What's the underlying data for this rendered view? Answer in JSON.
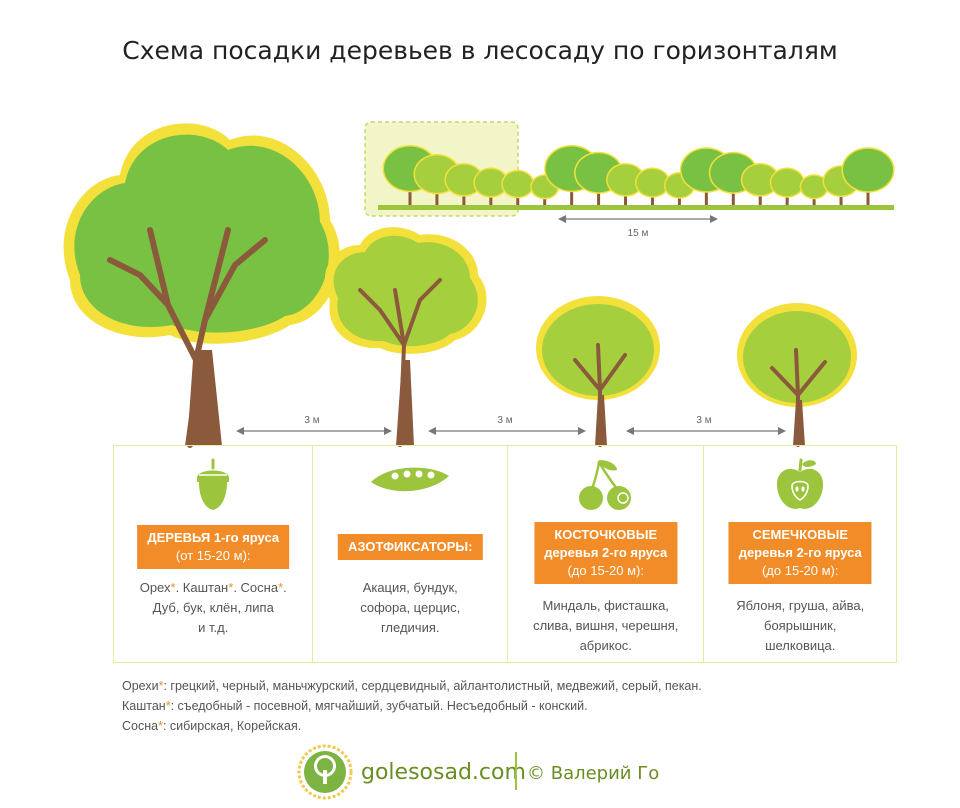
{
  "title": "Схема посадки деревьев в лесосаду по горизонталям",
  "contour_distance": "15 м",
  "distances": [
    "3 м",
    "3 м",
    "3 м"
  ],
  "colors": {
    "accent_orange": "#f28c28",
    "canopy_big": "#79c143",
    "canopy_light": "#a6cf3e",
    "rim_yellow": "#f3e03b",
    "trunk_brown": "#8b5a3c",
    "border_light": "#e8ec9a",
    "brand_green": "#6b8e23"
  },
  "categories": [
    {
      "icon": "acorn-icon",
      "label_main": "ДЕРЕВЬЯ 1-го яруса",
      "label_sub": "(от 15-20 м):",
      "examples": [
        "Орех",
        "*",
        ". Каштан",
        "*",
        ". Сосна",
        "*",
        ".",
        "Дуб, бук, клён, липа",
        "и т.д."
      ]
    },
    {
      "icon": "pea-pod-icon",
      "label_main": "АЗОТФИКСАТОРЫ:",
      "examples": [
        "Акация, бундук,",
        "софора, церцис,",
        "гледичия."
      ]
    },
    {
      "icon": "cherry-icon",
      "label_main1": "КОСТОЧКОВЫЕ",
      "label_main2": "деревья 2-го яруса",
      "label_sub": "(до 15-20 м):",
      "examples": [
        "Миндаль, фисташка,",
        "слива, вишня, черешня,",
        "абрикос."
      ]
    },
    {
      "icon": "apple-icon",
      "label_main1": "СЕМЕЧКОВЫЕ",
      "label_main2": "деревья 2-го яруса",
      "label_sub": "(до 15-20 м):",
      "examples": [
        "Яблоня, груша, айва,",
        "боярышник,",
        "шелковица."
      ]
    }
  ],
  "notes": [
    {
      "name": "Орехи",
      "ast": "*",
      "text": ": грецкий, черный, маньчжурский, сердцевидный, айлантолистный, медвежий, серый, пекан."
    },
    {
      "name": "Каштан",
      "ast": "*",
      "text": ": съедобный - посевной, мягчайший, зубчатый. Несъедобный - конский."
    },
    {
      "name": "Сосна",
      "ast": "*",
      "text": ": сибирская, Корейская."
    }
  ],
  "footer": {
    "site": "golesosad.com",
    "author": "© Валерий Го",
    "logo_icon": "tree-logo-icon"
  }
}
